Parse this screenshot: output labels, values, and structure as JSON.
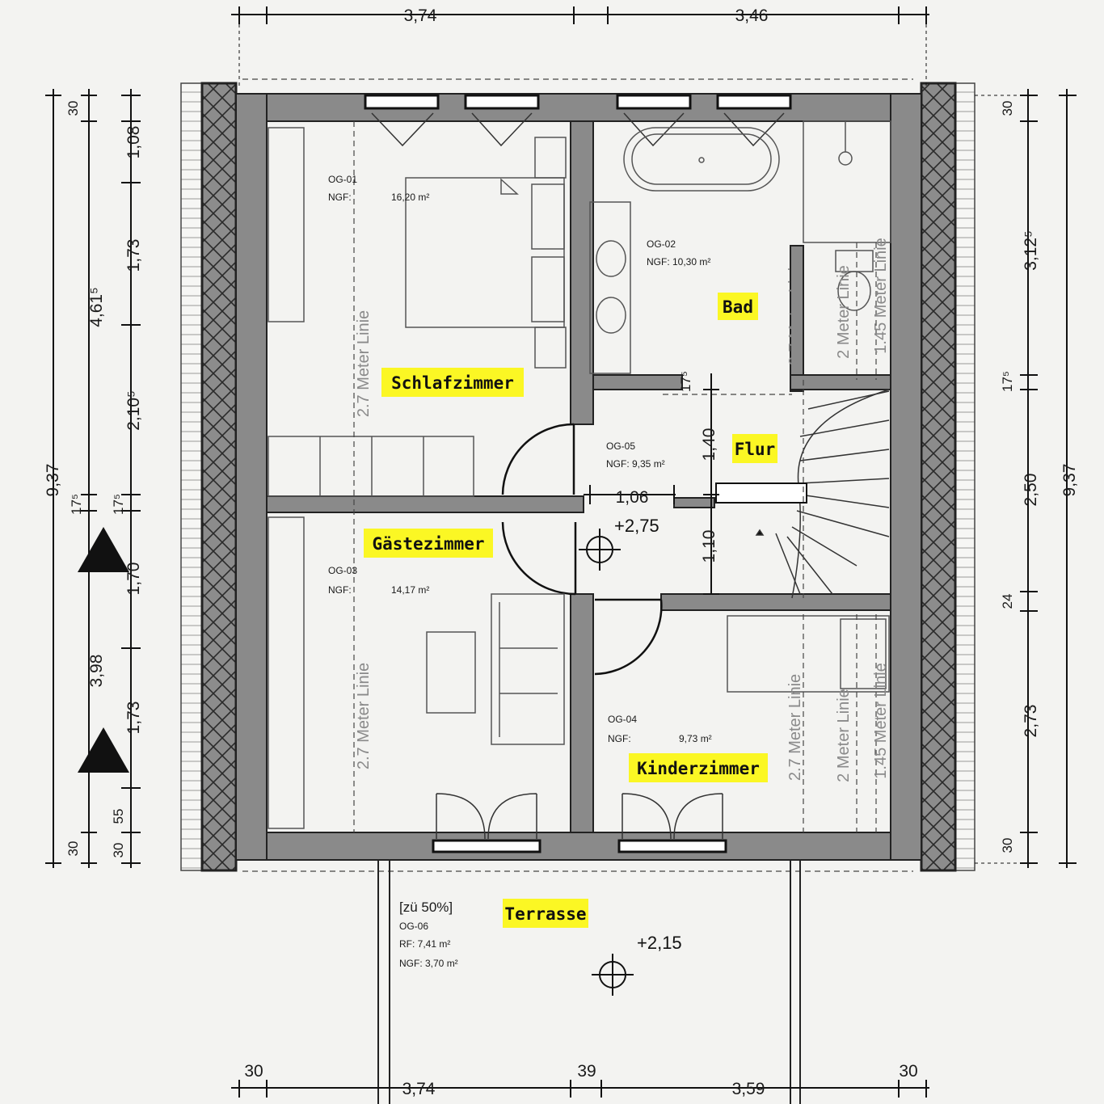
{
  "rooms": {
    "schlafzimmer": {
      "label": "Schlafzimmer",
      "id": "OG-01",
      "ngf_label": "NGF:",
      "ngf_value": "16,20 m²"
    },
    "bad": {
      "label": "Bad",
      "id": "OG-02",
      "ngf": "NGF: 10,30 m²"
    },
    "gaestezimmer": {
      "label": "Gästezimmer",
      "id": "OG-03",
      "ngf_label": "NGF:",
      "ngf_value": "14,17 m²"
    },
    "kinderzimmer": {
      "label": "Kinderzimmer",
      "id": "OG-04",
      "ngf_label": "NGF:",
      "ngf_value": "9,73 m²"
    },
    "flur": {
      "label": "Flur",
      "id": "OG-05",
      "ngf": "NGF: 9,35 m²"
    },
    "terrasse": {
      "label": "Terrasse",
      "note": "[zü 50%]",
      "id": "OG-06",
      "rf": "RF:   7,41 m²",
      "ngf": "NGF: 3,70 m²"
    }
  },
  "levels": {
    "floor": "+2,75",
    "terrace": "+2,15"
  },
  "height_lines": {
    "m27": "2.7 Meter Linie",
    "m2": "2 Meter Linie",
    "m145": "1.45 Meter Linie"
  },
  "dimensions": {
    "top": [
      "3,74",
      "3,46"
    ],
    "bottom": [
      "30",
      "3,74",
      "39",
      "3,59",
      "30"
    ],
    "left_outer": [
      "30",
      "4,61⁵",
      "9,37",
      "3,98",
      "30"
    ],
    "left_inner": [
      "1,08",
      "1,73",
      "2,10⁵",
      "17⁵",
      "17⁵",
      "1,70",
      "1,73",
      "55",
      "30"
    ],
    "right": [
      "30",
      "3,12⁵",
      "17⁵",
      "2,50",
      "24",
      "2,73",
      "30",
      "9,37"
    ],
    "interior": [
      "1,40",
      "17⁵",
      "1,06",
      "1,10"
    ]
  }
}
